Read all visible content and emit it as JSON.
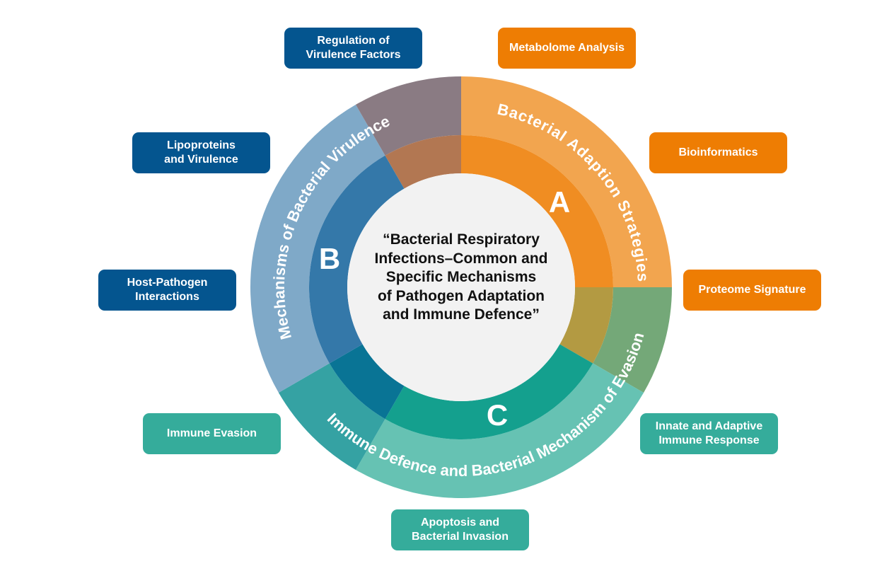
{
  "center_title": "“Bacterial Respiratory\nInfections–Common and\nSpecific Mechanisms\nof Pathogen Adaptation\nand Immune Defence”",
  "sections": {
    "A": {
      "letter": "A",
      "ring_label": "Bacterial  Adaption Strategies",
      "outer_color": "#F2A54F",
      "inner_color": "#F08D22"
    },
    "B": {
      "letter": "B",
      "ring_label": "Mechanisms of Bacterial Virulence",
      "outer_color": "#7FA9C8",
      "inner_color": "#3478A9"
    },
    "C": {
      "letter": "C",
      "ring_label": "Immune Defence and Bacterial Mechanism of Evasion",
      "outer_color": "#66C2B3",
      "inner_color": "#14A08E"
    }
  },
  "overlaps": {
    "AB": {
      "outer_color": "#8A7B83",
      "inner_color": "#B27752"
    },
    "AC": {
      "outer_color": "#74A878",
      "inner_color": "#B39A42"
    },
    "BC": {
      "outer_color": "#35A2A3",
      "inner_color": "#097495"
    }
  },
  "center_color": "#F2F2F2",
  "topics": {
    "regulation": "Regulation of\nVirulence Factors",
    "lipoproteins": "Lipoproteins\nand Virulence",
    "host_pathogen": "Host-Pathogen\nInteractions",
    "metabolome": "Metabolome Analysis",
    "bioinformatics": "Bioinformatics",
    "proteome": "Proteome Signature",
    "immune_evasion": "Immune Evasion",
    "innate_adaptive": "Innate and Adaptive\nImmune Response",
    "apoptosis": "Apoptosis and\nBacterial Invasion"
  },
  "topic_colors": {
    "B": "#04558F",
    "A": "#EE7D03",
    "C": "#35AC9B"
  }
}
